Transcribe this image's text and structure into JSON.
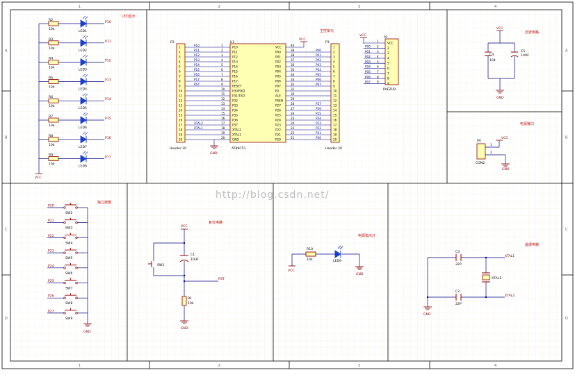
{
  "watermark": "http://blog.csdn.net/",
  "grid": {
    "cols": [
      "1",
      "2",
      "3",
      "4"
    ],
    "rows": [
      "A",
      "B",
      "C",
      "D"
    ]
  },
  "titles": {
    "led": "LED显示",
    "mcu": "主控单元",
    "filter": "滤波电路",
    "power": "电源接口",
    "keys": "独立按键",
    "reset": "复位电路",
    "indicator": "电源指示灯",
    "crystal": "晶振电路"
  },
  "led_section": {
    "items": [
      {
        "r": "R2",
        "rv": "10k",
        "led": "LED1",
        "net": "P10"
      },
      {
        "r": "R3",
        "rv": "10k",
        "led": "LED2",
        "net": "P11"
      },
      {
        "r": "R4",
        "rv": "10k",
        "led": "LED3",
        "net": "P12"
      },
      {
        "r": "R5",
        "rv": "10k",
        "led": "LED4",
        "net": "P13"
      },
      {
        "r": "R6",
        "rv": "10k",
        "led": "LED5",
        "net": "P14"
      },
      {
        "r": "R7",
        "rv": "10k",
        "led": "LED6",
        "net": "P15"
      },
      {
        "r": "R8",
        "rv": "10k",
        "led": "LED7",
        "net": "P16"
      },
      {
        "r": "R9",
        "rv": "10k",
        "led": "LED8",
        "net": "P17"
      }
    ],
    "vcc": "VCC"
  },
  "mcu_section": {
    "p2": {
      "ref": "P2",
      "name": "Header 20"
    },
    "p3": {
      "ref": "P3",
      "name": "Header 20"
    },
    "u1": {
      "ref": "U1",
      "name": "AT89C51"
    },
    "left_nets": [
      "P10",
      "P11",
      "P12",
      "P13",
      "P14",
      "P15",
      "P16",
      "P17",
      "RST",
      "",
      "",
      "",
      "",
      "",
      "",
      "",
      "XTAL2",
      "XTAL1",
      "",
      ""
    ],
    "left_pins": [
      "P10",
      "P11",
      "P12",
      "P13",
      "P14",
      "P15",
      "P16",
      "P17",
      "RESET",
      "P30/RXD",
      "P31/TXD",
      "P32",
      "P33",
      "P34",
      "P35",
      "P36",
      "P37",
      "XTAL2",
      "XTAL1",
      "GND"
    ],
    "right_pins": [
      "VCC",
      "P00",
      "P01",
      "P02",
      "P03",
      "P04",
      "P05",
      "P06",
      "P07",
      "EA",
      "ALE",
      "PSEN",
      "P27",
      "P26",
      "P25",
      "P24",
      "P23",
      "P22",
      "P21",
      "P20"
    ],
    "right_nums": [
      "40",
      "39",
      "38",
      "37",
      "36",
      "35",
      "34",
      "33",
      "32",
      "31",
      "30",
      "29",
      "28",
      "27",
      "26",
      "25",
      "24",
      "23",
      "22",
      "21"
    ],
    "right_nets": [
      "",
      "P00",
      "P01",
      "P02",
      "P03",
      "P04",
      "P05",
      "P06",
      "P07",
      "",
      "",
      "",
      "P27",
      "P26",
      "P25",
      "P24",
      "P23",
      "P22",
      "P21",
      "P20"
    ],
    "header_nums": [
      "1",
      "2",
      "3",
      "4",
      "5",
      "6",
      "7",
      "8",
      "9",
      "10",
      "11",
      "12",
      "13",
      "14",
      "15",
      "16",
      "17",
      "18",
      "19",
      "20"
    ],
    "vcc": "VCC",
    "gnd": "GND"
  },
  "pa_section": {
    "ref": "P1",
    "name": "PAEZU9",
    "vcc": "VCC",
    "nets": [
      "P00",
      "P01",
      "P02",
      "P03",
      "P04",
      "P05",
      "P06",
      "P07"
    ],
    "pins": [
      "VCC",
      "2",
      "3",
      "4",
      "5",
      "6",
      "7",
      "8",
      "9"
    ],
    "nums": [
      "1",
      "2",
      "3",
      "4",
      "5",
      "6",
      "7",
      "8",
      "9"
    ]
  },
  "filter_section": {
    "c4": "C4",
    "c4v": "104",
    "c5": "C5",
    "c5v": "10UF",
    "vcc": "VCC",
    "gnd": "GND"
  },
  "power_section": {
    "ref": "P4",
    "name": "CON2",
    "pin1": "1",
    "pin2": "2",
    "vcc": "VCC",
    "gnd": "GND"
  },
  "keys_section": {
    "items": [
      {
        "net": "P20",
        "sw": "SW2"
      },
      {
        "net": "P21",
        "sw": "SW3"
      },
      {
        "net": "P22",
        "sw": "SW4"
      },
      {
        "net": "P23",
        "sw": "SW5"
      },
      {
        "net": "P24",
        "sw": "SW6"
      },
      {
        "net": "P25",
        "sw": "SW7"
      },
      {
        "net": "P26",
        "sw": "SW8"
      },
      {
        "net": "P27",
        "sw": "SW9"
      }
    ],
    "gnd": "GND"
  },
  "reset_section": {
    "vcc": "VCC",
    "c1": "C1",
    "c1v": "10UF",
    "sw": "SW1",
    "r1": "R1",
    "r1v": "10k",
    "rst": "RST",
    "gnd": "GND"
  },
  "indicator_section": {
    "vcc": "VCC",
    "r": "R10",
    "rv": "10k",
    "led": "LED9",
    "gnd": "GND"
  },
  "crystal_section": {
    "c3": "C3",
    "c3v": "22P",
    "c2": "C2",
    "c2v": "22P",
    "y": "XTAL1",
    "n1": "XTAL1",
    "n2": "XTAL2",
    "gnd": "GND"
  },
  "colors": {
    "wire": "#000080",
    "component": "#8b0000",
    "title": "#c01010",
    "grid": "#e8e3d3",
    "border": "#000000"
  }
}
